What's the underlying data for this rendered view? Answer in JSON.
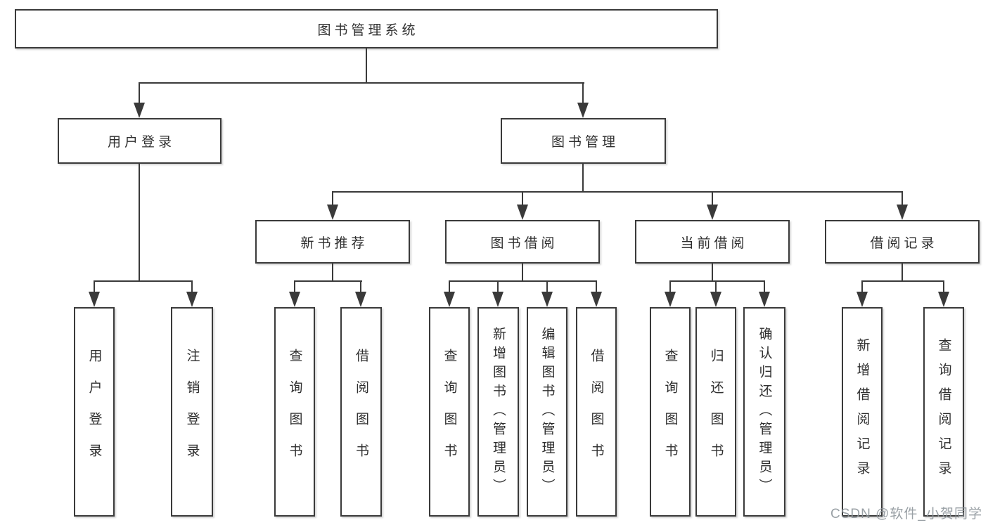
{
  "diagram": {
    "root": {
      "label": "图书管理系统"
    },
    "level2": [
      {
        "label": "用户登录"
      },
      {
        "label": "图书管理"
      }
    ],
    "level3": [
      {
        "label": "新书推荐"
      },
      {
        "label": "图书借阅"
      },
      {
        "label": "当前借阅"
      },
      {
        "label": "借阅记录"
      }
    ],
    "leaves": {
      "user_login": [
        "用户登录",
        "注销登录"
      ],
      "new_book": [
        "查询图书",
        "借阅图书"
      ],
      "book_borrow": [
        "查询图书",
        "新增图书（管理员）",
        "编辑图书（管理员）",
        "借阅图书"
      ],
      "current_borrow": [
        "查询图书",
        "归还图书",
        "确认归还（管理员）"
      ],
      "borrow_records": [
        "新增借阅记录",
        "查询借阅记录"
      ]
    }
  },
  "watermark": {
    "text": "CSDN @软件_小贺同学"
  },
  "colors": {
    "line": "#3a3a3a",
    "text": "#2f2f2f",
    "watermark": "#8f969c",
    "background": "#ffffff"
  }
}
